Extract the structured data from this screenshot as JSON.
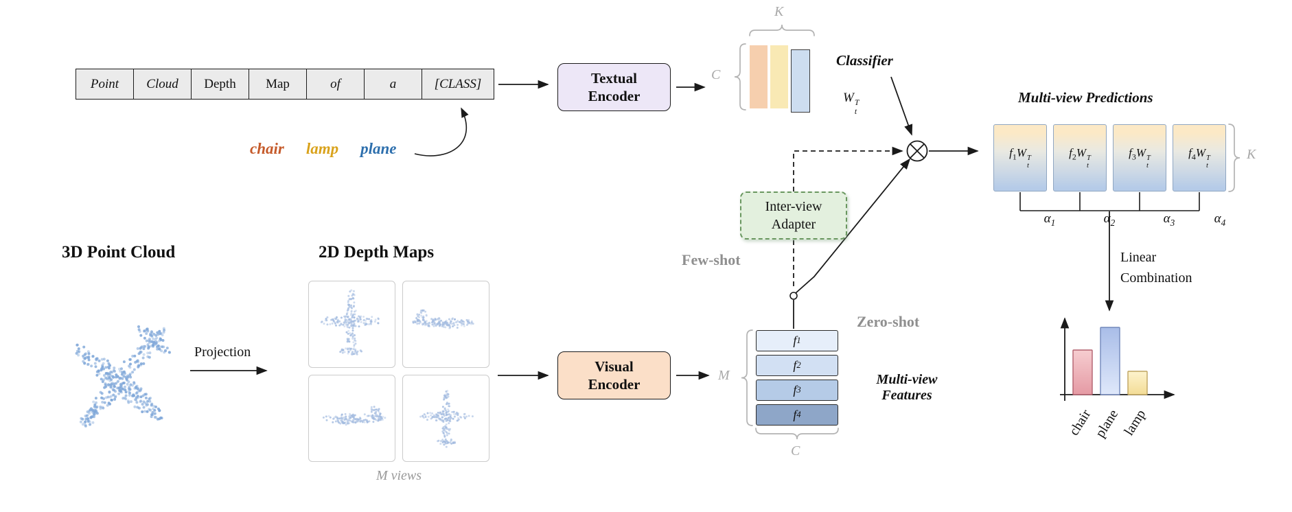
{
  "prompt": {
    "tokens": [
      "Point",
      "Cloud",
      "Depth",
      "Map",
      "of",
      "a",
      "[CLASS]"
    ],
    "classes": [
      {
        "label": "chair",
        "color": "#c55a2a"
      },
      {
        "label": "lamp",
        "color": "#d9a21b"
      },
      {
        "label": "plane",
        "color": "#2d6fad"
      }
    ]
  },
  "encoders": {
    "textual": {
      "label": "Textual Encoder",
      "fill": "#ede7f7"
    },
    "visual": {
      "label": "Visual Encoder",
      "fill": "#fbdfc8"
    }
  },
  "classifier": {
    "label": "Classifier",
    "weight": {
      "base": "W",
      "sup": "T",
      "sub": "t"
    },
    "bar_colors": [
      "#f6cfae",
      "#f9e9b4",
      "#cdddf0"
    ],
    "dim_top": "K",
    "dim_left": "C"
  },
  "adapter": {
    "label": "Inter-view Adapter",
    "fill": "#e3f0de",
    "border": "#69975f"
  },
  "modes": {
    "few_shot": "Few-shot",
    "zero_shot": "Zero-shot"
  },
  "pointcloud": {
    "title": "3D Point Cloud"
  },
  "depthmaps": {
    "title": "2D Depth Maps",
    "views_label": "M views",
    "projection_label": "Projection"
  },
  "features": {
    "title": "Multi-view Features",
    "dim_left": "M",
    "dim_bottom": "C",
    "rows": [
      {
        "base": "f",
        "sub": "1",
        "fill": "#e6eefa"
      },
      {
        "base": "f",
        "sub": "2",
        "fill": "#d2e0f3"
      },
      {
        "base": "f",
        "sub": "3",
        "fill": "#b5cbe7"
      },
      {
        "base": "f",
        "sub": "4",
        "fill": "#8ea6c8"
      }
    ]
  },
  "predictions": {
    "title": "Multi-view Predictions",
    "dim_right": "K",
    "weight": {
      "base": "W",
      "sup": "T",
      "sub": "t"
    },
    "boxes": [
      {
        "base": "f",
        "sub": "1"
      },
      {
        "base": "f",
        "sub": "2"
      },
      {
        "base": "f",
        "sub": "3"
      },
      {
        "base": "f",
        "sub": "4"
      }
    ],
    "alphas": [
      {
        "base": "α",
        "sub": "1"
      },
      {
        "base": "α",
        "sub": "2"
      },
      {
        "base": "α",
        "sub": "3"
      },
      {
        "base": "α",
        "sub": "4"
      }
    ],
    "box_gradient": {
      "top": "#fce9c6",
      "mid": "#e9e9e2",
      "bottom": "#b5cbe8"
    },
    "combination_label": "Linear Combination"
  },
  "result_chart": {
    "type": "bar",
    "categories": [
      "chair",
      "plane",
      "lamp"
    ],
    "values": [
      0.5,
      0.75,
      0.26
    ],
    "colors_light": [
      "#f6cdd0",
      "#dfe8fa",
      "#fdf3cd"
    ],
    "colors": [
      "#e59aa4",
      "#a9bde8",
      "#f3dc96"
    ],
    "borders": [
      "#b2606e",
      "#7288bb",
      "#bfa35e"
    ]
  }
}
